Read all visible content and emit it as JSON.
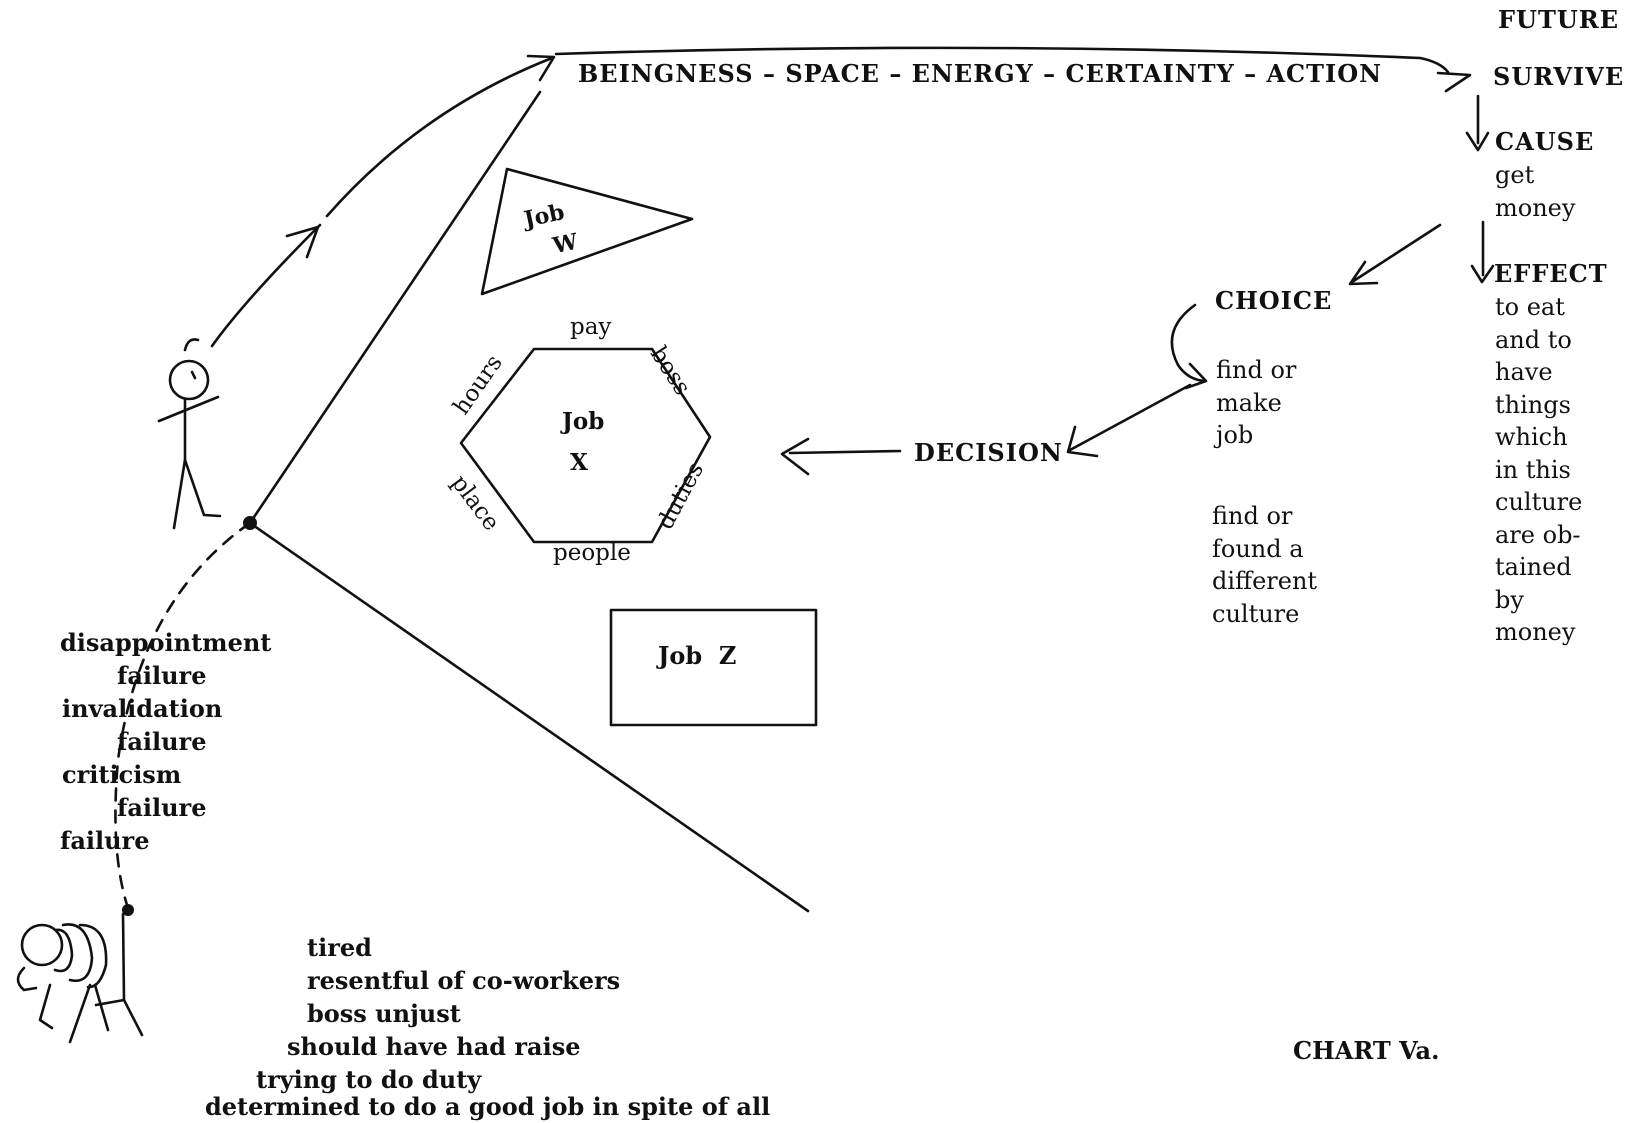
{
  "action_chain": "BEINGNESS – SPACE – ENERGY – CERTAINTY – ACTION",
  "right_column": {
    "future": "FUTURE",
    "survive": "SURVIVE",
    "cause": "CAUSE",
    "cause_lines": [
      "get",
      "money"
    ],
    "effect": "EFFECT",
    "effect_lines": [
      "to eat",
      "and to",
      "have",
      "things",
      "which",
      "in this",
      "culture",
      "are ob-",
      "tained",
      "by",
      "money"
    ]
  },
  "choice": {
    "title": "CHOICE",
    "option1_lines": [
      "find or",
      "make",
      "job"
    ],
    "option2_lines": [
      "find or",
      "found a",
      "different",
      "culture"
    ]
  },
  "decision": "DECISION",
  "jobs": {
    "job_w_line1": "Job",
    "job_w_line2": "W",
    "job_x_line1": "Job",
    "job_x_line2": "X",
    "job_x_sides": {
      "top": "pay",
      "top_right": "boss",
      "bottom_right": "duties",
      "bottom": "people",
      "bottom_left": "place",
      "top_left": "hours"
    },
    "job_z": "Job  Z"
  },
  "decline_path": [
    "disappointment",
    "failure",
    "invalidation",
    "failure",
    "criticism",
    "failure",
    "failure"
  ],
  "complaints": [
    "tired",
    "resentful of co-workers",
    "boss unjust",
    "should have had raise",
    "trying to do duty",
    "determined to do a good job in spite of all"
  ],
  "chart_label": "CHART Va.",
  "colors": {
    "ink": "#111111",
    "paper": "#ffffff"
  }
}
